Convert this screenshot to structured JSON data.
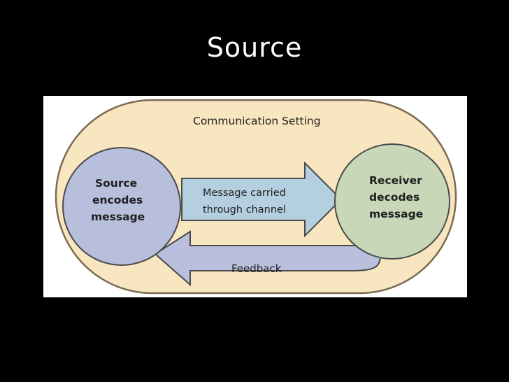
{
  "slide": {
    "title": "Source"
  },
  "diagram": {
    "setting_label": "Communication Setting",
    "source": {
      "line1": "Source",
      "line2": "encodes",
      "line3": "message"
    },
    "receiver": {
      "line1": "Receiver",
      "line2": "decodes",
      "line3": "message"
    },
    "message_arrow": {
      "line1": "Message carried",
      "line2": "through channel"
    },
    "feedback_arrow": {
      "label": "Feedback"
    },
    "colors": {
      "setting_fill": "#f7e6bf",
      "setting_stroke": "#7a6b52",
      "source_fill": "#b8bfdc",
      "receiver_fill": "#c8d7b8",
      "message_arrow_fill": "#b4cfe0",
      "feedback_arrow_fill": "#b9bfdc",
      "stroke": "#4a4a4a"
    }
  }
}
